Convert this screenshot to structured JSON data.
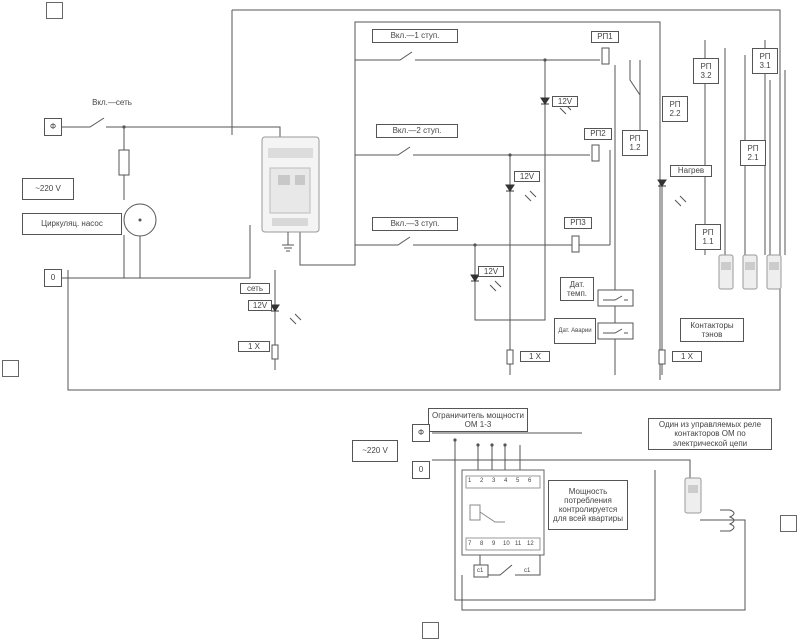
{
  "labels": {
    "step1": "Вкл.—1 ступ.",
    "step2": "Вкл.—2 ступ.",
    "step3": "Вкл.—3 ступ.",
    "mains_on": "Вкл.—сеть",
    "phase_top": "Ф",
    "zero_top": "0",
    "voltage_top": "~220 V",
    "pump": "Циркуляц. насос",
    "rp1": "РП1",
    "rp2": "РП2",
    "rp3": "РП3",
    "rp12": "РП 1.2",
    "rp22": "РП 2.2",
    "rp32": "РП 3.2",
    "rp31": "РП 3.1",
    "rp21": "РП 2.1",
    "rp11": "РП 1.1",
    "v12_a": "12V",
    "v12_b": "12V",
    "v12_c": "12V",
    "v12_d": "12V",
    "heat": "Нагрев",
    "temp_sensor": "Дат. темп.",
    "pressure_sensor": "Дат. Аварии",
    "contactors": "Контакторы тэнов",
    "net": "сеть",
    "tx1": "1 Х",
    "tx2": "1 Х",
    "tx3": "1 Х",
    "limiter": "Ограничитель мощности ОМ 1-3",
    "phase_bottom": "Ф",
    "zero_bottom": "0",
    "voltage_bottom": "~220 V",
    "consumption": "Мощность потребления контролируется для всей квартиры",
    "controlled_contactor": "Один из управляемых реле контакторов ОМ по электрической цепи",
    "term_top": [
      "1",
      "2",
      "3",
      "4",
      "5",
      "6"
    ],
    "term_bottom": [
      "7",
      "8",
      "9",
      "10",
      "11",
      "12"
    ],
    "coil_label": "с1",
    "contact_label": "с1"
  }
}
